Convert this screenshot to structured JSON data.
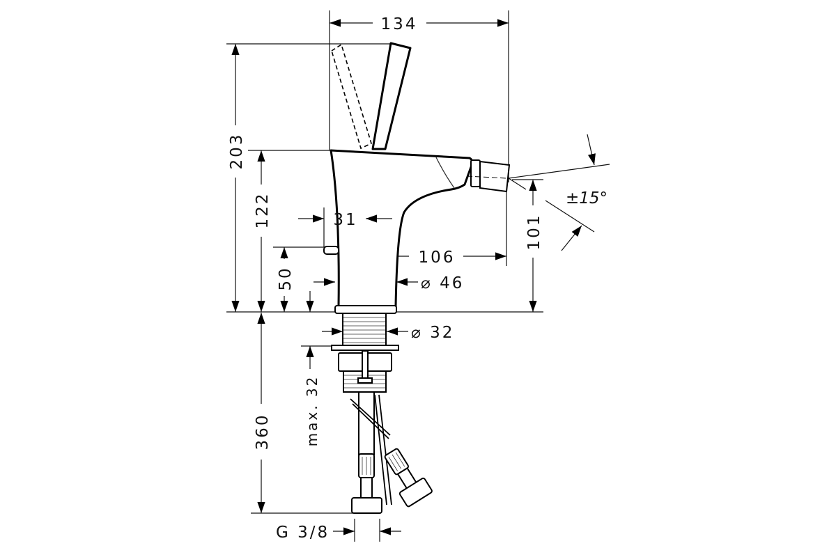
{
  "drawing": {
    "title": "Bidet mixer dimension drawing",
    "dimensions": {
      "width_total": "134",
      "height_total": "203",
      "height_body": "122",
      "height_lever_pin": "50",
      "offset_lever": "31",
      "spout_reach": "106",
      "spout_height": "101",
      "spout_angle": "±15°",
      "body_diameter": "⌀ 46",
      "thread_diameter": "⌀ 32",
      "max_counter_thickness": "max. 32",
      "hose_length": "360",
      "connection": "G 3/8"
    }
  }
}
